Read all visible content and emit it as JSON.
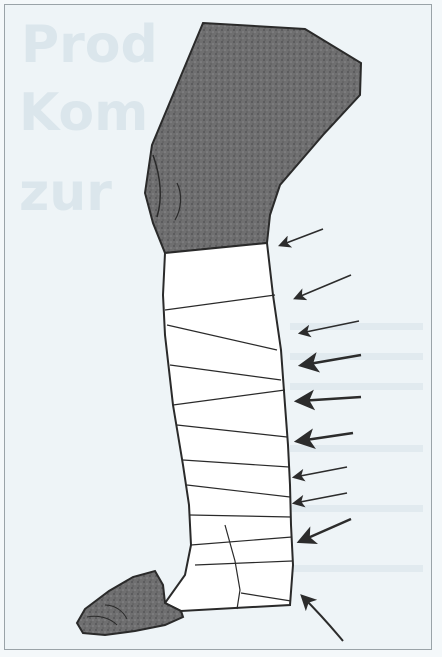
{
  "figure": {
    "background_text": [
      "Prod",
      "Kom",
      "zur"
    ],
    "colors": {
      "stocking": "#6f6f70",
      "stocking_speckle": "#4e4e50",
      "bandage": "#ffffff",
      "outline": "#2a2a2a",
      "arrow": "#2c2c2c",
      "frame": "#9aa3a8",
      "background": "#eef4f7"
    },
    "pressure_arrows": [
      {
        "weight": "thin"
      },
      {
        "weight": "thin"
      },
      {
        "weight": "thin"
      },
      {
        "weight": "bold"
      },
      {
        "weight": "bold"
      },
      {
        "weight": "bold"
      },
      {
        "weight": "thin"
      },
      {
        "weight": "thin"
      },
      {
        "weight": "bold"
      },
      {
        "weight": "medium"
      }
    ],
    "bandage_turns": 9
  }
}
